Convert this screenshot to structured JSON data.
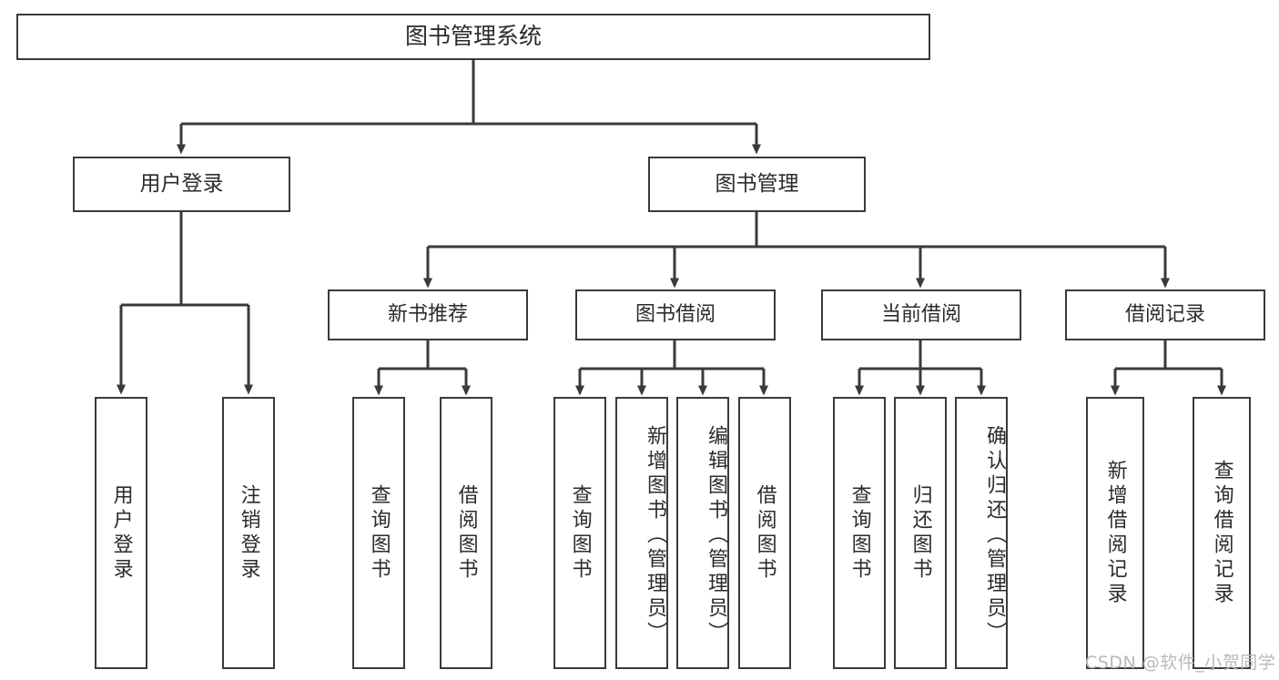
{
  "diagram": {
    "title": "图书管理系统",
    "type": "tree-hierarchy-chart",
    "root": {
      "label": "图书管理系统"
    },
    "level1": [
      {
        "label": "用户登录"
      },
      {
        "label": "图书管理"
      }
    ],
    "level2": [
      {
        "label": "新书推荐"
      },
      {
        "label": "图书借阅"
      },
      {
        "label": "当前借阅"
      },
      {
        "label": "借阅记录"
      }
    ],
    "leaves": {
      "user_login": [
        {
          "label": "用户登录"
        },
        {
          "label": "注销登录"
        }
      ],
      "new_book_recommend": [
        {
          "label": "查询图书"
        },
        {
          "label": "借阅图书"
        }
      ],
      "book_borrow": [
        {
          "label": "查询图书"
        },
        {
          "label": "新增图书（管理员）"
        },
        {
          "label": "编辑图书（管理员）"
        },
        {
          "label": "借阅图书"
        }
      ],
      "current_borrow": [
        {
          "label": "查询图书"
        },
        {
          "label": "归还图书"
        },
        {
          "label": "确认归还（管理员）"
        }
      ],
      "borrow_record": [
        {
          "label": "新增借阅记录"
        },
        {
          "label": "查询借阅记录"
        }
      ]
    }
  },
  "watermark": {
    "text": "CSDN @软件_小贺同学"
  },
  "colors": {
    "box_border": "#3a3a3a",
    "box_fill": "#ffffff",
    "text": "#2b2b2b",
    "connector": "#3a3a3a",
    "watermark": "#b9b9b9",
    "background": "#ffffff"
  }
}
